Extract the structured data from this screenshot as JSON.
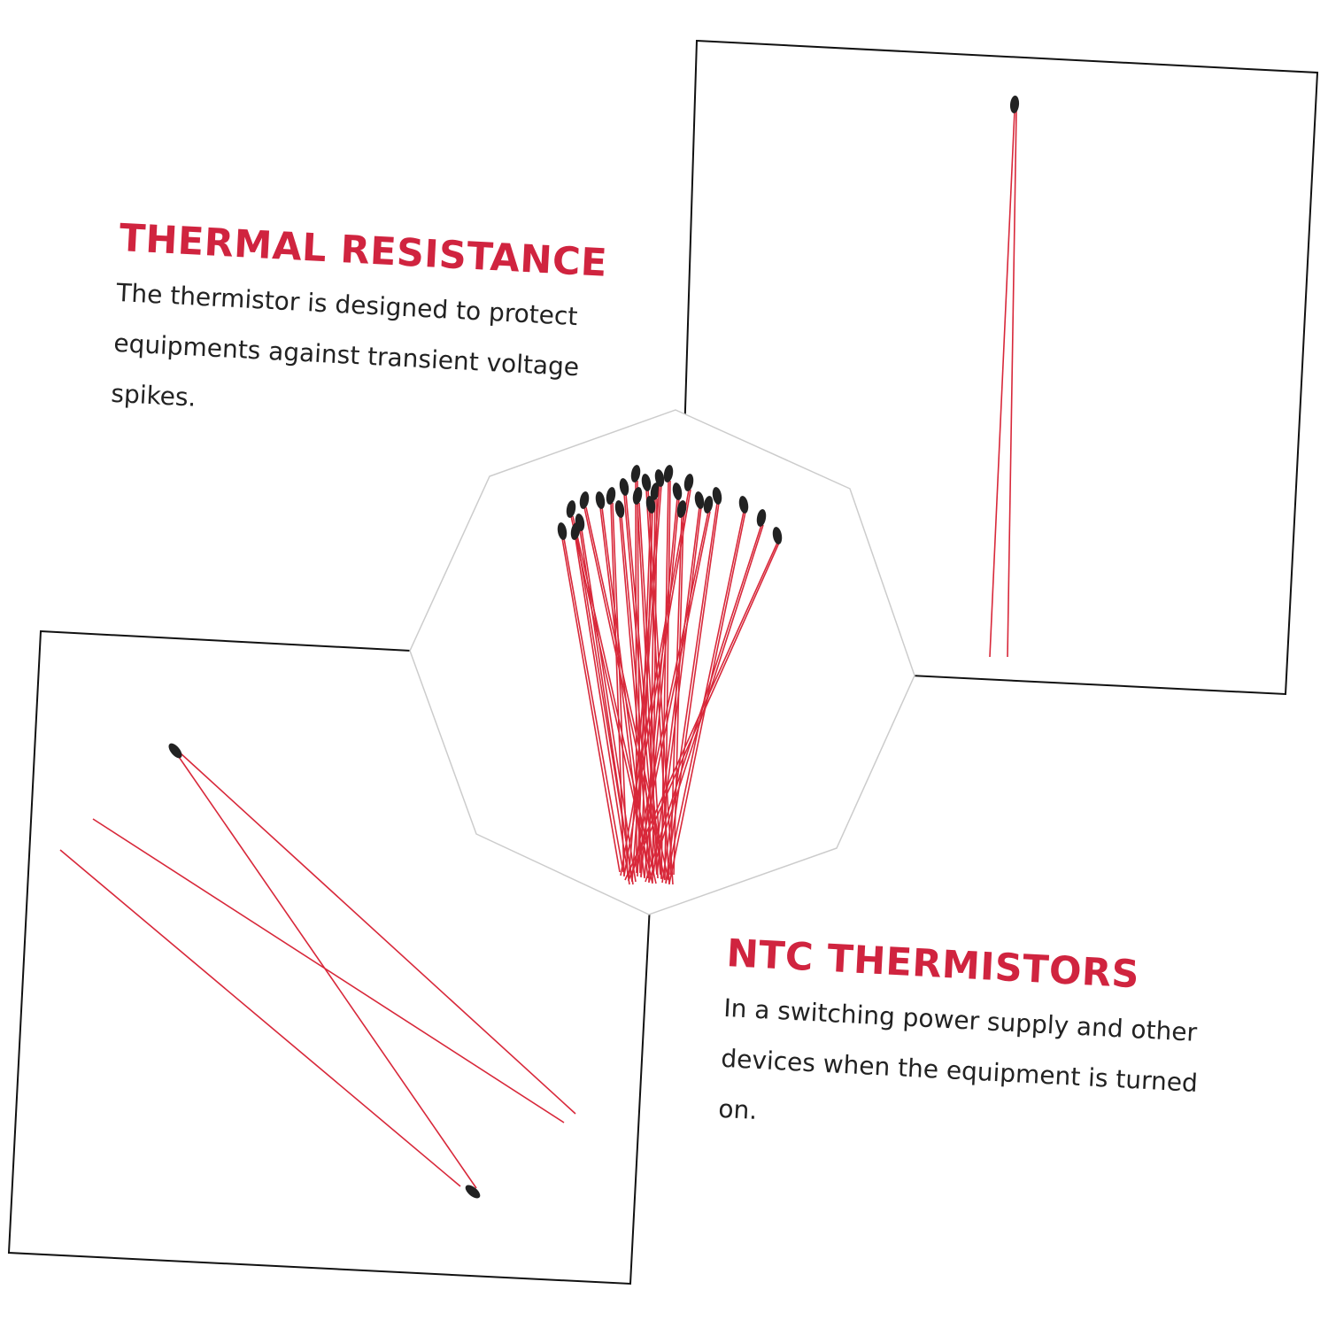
{
  "sections": [
    {
      "title": "THERMAL RESISTANCE",
      "body": "The thermistor is designed to protect equipments against transient voltage spikes."
    },
    {
      "title": "NTC THERMISTORS",
      "body": "In a switching power supply and other devices when the equipment is turned on."
    }
  ],
  "colors": {
    "title": "#d0243f",
    "wire": "#d8283a",
    "bead": "#222222",
    "frame": "#111111"
  }
}
